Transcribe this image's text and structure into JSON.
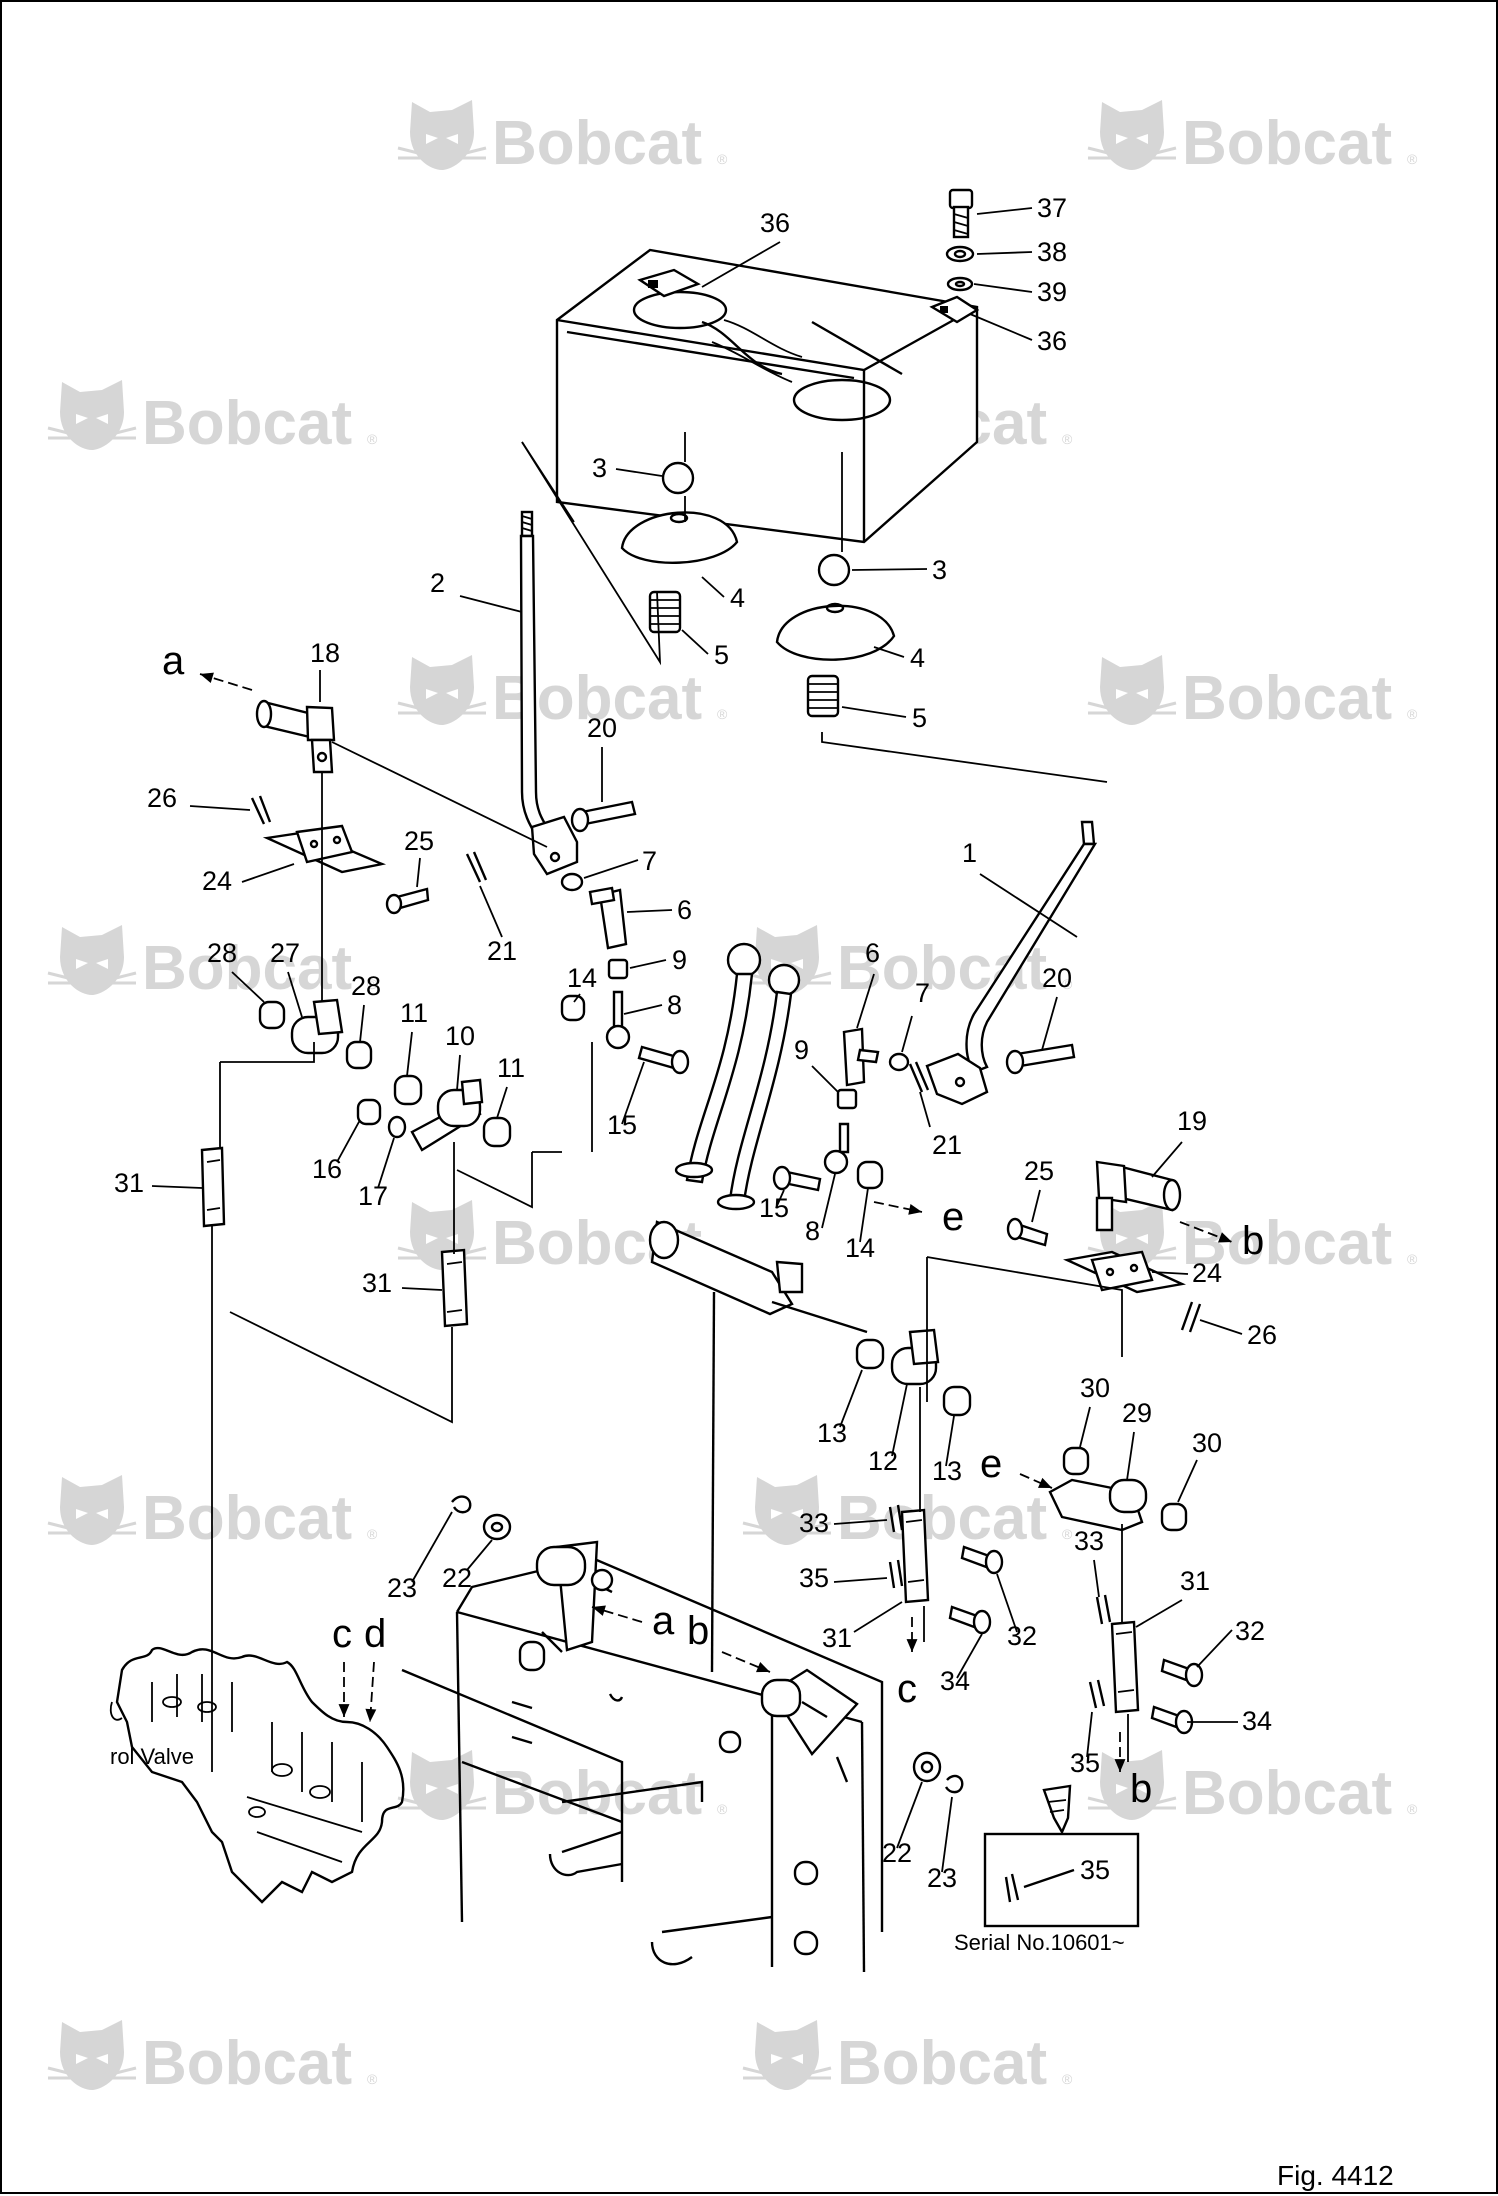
{
  "figure_label": "Fig. 4412",
  "watermark_text": "Bobcat",
  "watermark_reg": "®",
  "valve_label": "rol  Valve",
  "serial_note": "Serial No.10601~",
  "inset_callout": "35",
  "callouts": [
    {
      "id": "c37",
      "text": "37"
    },
    {
      "id": "c38",
      "text": "38"
    },
    {
      "id": "c39",
      "text": "39"
    },
    {
      "id": "c36a",
      "text": "36"
    },
    {
      "id": "c36b",
      "text": "36"
    },
    {
      "id": "c3a",
      "text": "3"
    },
    {
      "id": "c3b",
      "text": "3"
    },
    {
      "id": "c4a",
      "text": "4"
    },
    {
      "id": "c4b",
      "text": "4"
    },
    {
      "id": "c5a",
      "text": "5"
    },
    {
      "id": "c5b",
      "text": "5"
    },
    {
      "id": "c2",
      "text": "2"
    },
    {
      "id": "c1",
      "text": "1"
    },
    {
      "id": "c18",
      "text": "18"
    },
    {
      "id": "c19",
      "text": "19"
    },
    {
      "id": "c20a",
      "text": "20"
    },
    {
      "id": "c20b",
      "text": "20"
    },
    {
      "id": "c26a",
      "text": "26"
    },
    {
      "id": "c26b",
      "text": "26"
    },
    {
      "id": "c24a",
      "text": "24"
    },
    {
      "id": "c24b",
      "text": "24"
    },
    {
      "id": "c25a",
      "text": "25"
    },
    {
      "id": "c25b",
      "text": "25"
    },
    {
      "id": "c21a",
      "text": "21"
    },
    {
      "id": "c21b",
      "text": "21"
    },
    {
      "id": "c7a",
      "text": "7"
    },
    {
      "id": "c7b",
      "text": "7"
    },
    {
      "id": "c6a",
      "text": "6"
    },
    {
      "id": "c6b",
      "text": "6"
    },
    {
      "id": "c9a",
      "text": "9"
    },
    {
      "id": "c9b",
      "text": "9"
    },
    {
      "id": "c8a",
      "text": "8"
    },
    {
      "id": "c8b",
      "text": "8"
    },
    {
      "id": "c14a",
      "text": "14"
    },
    {
      "id": "c14b",
      "text": "14"
    },
    {
      "id": "c15a",
      "text": "15"
    },
    {
      "id": "c15b",
      "text": "15"
    },
    {
      "id": "c28a",
      "text": "28"
    },
    {
      "id": "c28b",
      "text": "28"
    },
    {
      "id": "c27",
      "text": "27"
    },
    {
      "id": "c11a",
      "text": "11"
    },
    {
      "id": "c11b",
      "text": "11"
    },
    {
      "id": "c10",
      "text": "10"
    },
    {
      "id": "c16",
      "text": "16"
    },
    {
      "id": "c17",
      "text": "17"
    },
    {
      "id": "c31a",
      "text": "31"
    },
    {
      "id": "c31b",
      "text": "31"
    },
    {
      "id": "c31c",
      "text": "31"
    },
    {
      "id": "c31d",
      "text": "31"
    },
    {
      "id": "c13a",
      "text": "13"
    },
    {
      "id": "c13b",
      "text": "13"
    },
    {
      "id": "c12",
      "text": "12"
    },
    {
      "id": "c30a",
      "text": "30"
    },
    {
      "id": "c30b",
      "text": "30"
    },
    {
      "id": "c29",
      "text": "29"
    },
    {
      "id": "c33a",
      "text": "33"
    },
    {
      "id": "c33b",
      "text": "33"
    },
    {
      "id": "c35a",
      "text": "35"
    },
    {
      "id": "c35b",
      "text": "35"
    },
    {
      "id": "c32a",
      "text": "32"
    },
    {
      "id": "c32b",
      "text": "32"
    },
    {
      "id": "c34a",
      "text": "34"
    },
    {
      "id": "c34b",
      "text": "34"
    },
    {
      "id": "c23a",
      "text": "23"
    },
    {
      "id": "c23b",
      "text": "23"
    },
    {
      "id": "c22a",
      "text": "22"
    },
    {
      "id": "c22b",
      "text": "22"
    }
  ],
  "letters": [
    {
      "id": "la1",
      "text": "a"
    },
    {
      "id": "la2",
      "text": "a"
    },
    {
      "id": "lb1",
      "text": "b"
    },
    {
      "id": "lb2",
      "text": "b"
    },
    {
      "id": "lb3",
      "text": "b"
    },
    {
      "id": "lc1",
      "text": "c"
    },
    {
      "id": "lc2",
      "text": "c"
    },
    {
      "id": "ld1",
      "text": "d"
    },
    {
      "id": "le1",
      "text": "e"
    },
    {
      "id": "le2",
      "text": "e"
    }
  ]
}
